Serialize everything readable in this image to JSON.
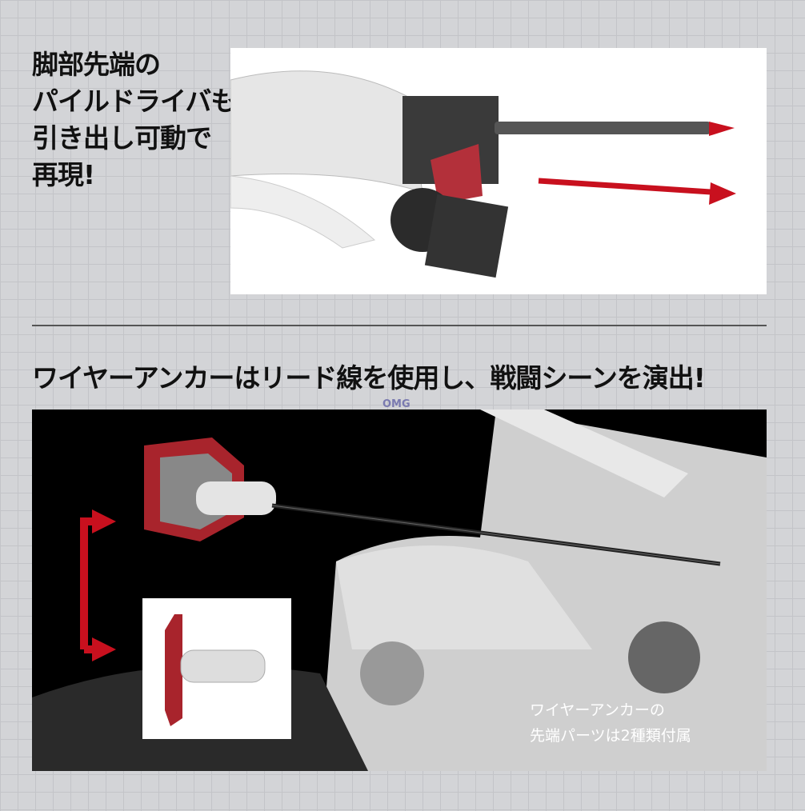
{
  "top_section": {
    "headline_lines": [
      "脚部先端の",
      "パイルドライバも",
      "引き出し可動で",
      "再現!"
    ]
  },
  "bottom_section": {
    "headline": "ワイヤーアンカーはリード線を使用し、戦闘シーンを演出!",
    "watermark": "OMG",
    "caption_lines": [
      "ワイヤーアンカーの",
      "先端パーツは2種類付属"
    ]
  },
  "colors": {
    "accent_red": "#c8101e",
    "background": "#d3d4d7"
  }
}
